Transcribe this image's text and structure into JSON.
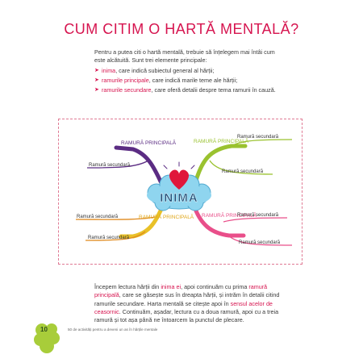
{
  "title": "CUM CITIM O HARTĂ MENTALĂ?",
  "intro": "Pentru a putea citi o hartă mentală, trebuie să înțelegem mai întâi cum este alcătuită. Sunt trei elemente principale:",
  "bullets": [
    {
      "term": "inima",
      "rest": ", care indică subiectul general al hărții;"
    },
    {
      "term": "ramurile principale",
      "rest": ", care indică marile teme ale hărții;"
    },
    {
      "term": "ramurile secundare",
      "rest": ", care oferă detalii despre tema ramurii în cauză."
    }
  ],
  "map": {
    "center": "INIMA",
    "main_branch": "RAMURĂ PRINCIPALĂ",
    "secondary": "Ramură secundară",
    "colors": {
      "purple": "#5b2c83",
      "green": "#9ac22f",
      "orange": "#e08a1e",
      "yellow": "#e9c128",
      "pink": "#e94f8a",
      "cloud": "#8fd5ef",
      "heart": "#e0163b",
      "center_text": "#1d4e78"
    }
  },
  "bottom": {
    "p1": "Începem lectura hărții din ",
    "h1": "inima ei",
    "p2": ", apoi continuăm cu prima ",
    "h2": "ramură principală",
    "p3": ", care se găsește sus în dreapta hărții, și intrăm în detalii citind ramurile secundare. Harta mentală se citește apoi în ",
    "h3": "sensul acelor de ceasornic",
    "p4": ". Continuăm, așadar, lectura cu a doua ramură, apoi cu a treia ramură și tot așa până ne întoarcem la punctul de plecare."
  },
  "page_number": "10",
  "footer": "50 de activități pentru a deveni un as în hărțile mentale"
}
